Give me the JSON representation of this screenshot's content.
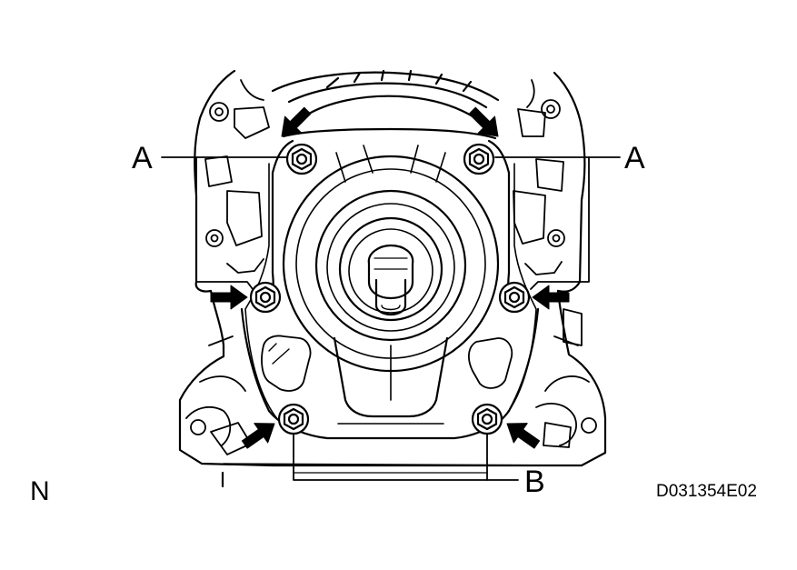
{
  "labels": {
    "callout_a_left": "A",
    "callout_a_right": "A",
    "callout_b": "B",
    "view_letter": "N",
    "figure_code": "D031354E02"
  },
  "colors": {
    "ink": "#000000",
    "paper": "#ffffff"
  }
}
